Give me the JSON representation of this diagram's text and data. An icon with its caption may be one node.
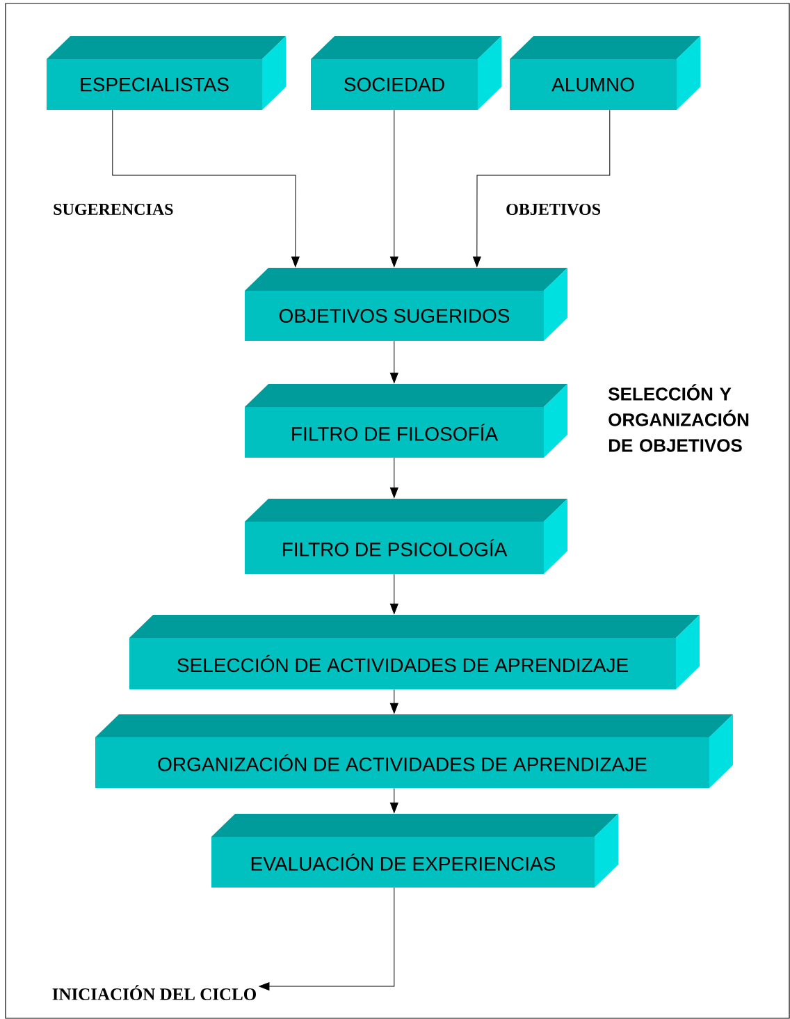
{
  "diagram": {
    "nodes": [
      {
        "text": [
          "ESPECIALISTAS"
        ]
      },
      {
        "text": [
          "SOCIEDAD"
        ]
      },
      {
        "text": [
          "ALUMNO"
        ]
      },
      {
        "text": [
          "OBJETIVOS SUGERIDOS"
        ]
      },
      {
        "text": [
          "FILTRO DE FILOSOFÍA"
        ]
      },
      {
        "text": [
          "FILTRO DE PSICOLOGÍA"
        ]
      },
      {
        "text": [
          "SELECCIÓN DE ACTIVIDADES DE APRENDIZAJE"
        ]
      },
      {
        "text": [
          "ORGANIZACIÓN DE ACTIVIDADES DE APRENDIZAJE"
        ]
      },
      {
        "text": [
          "EVALUACIÓN DE EXPERIENCIAS"
        ]
      },
      {
        "text": [
          "INICIACIÓN DEL CICLO"
        ]
      }
    ],
    "edges": [
      {
        "from": 0,
        "to": 3,
        "arrow": "to"
      },
      {
        "from": 1,
        "to": 3,
        "arrow": "to"
      },
      {
        "from": 2,
        "to": 3,
        "arrow": "to"
      },
      {
        "from": 3,
        "to": 4,
        "arrow": "to"
      },
      {
        "from": 4,
        "to": 5,
        "arrow": "to"
      },
      {
        "from": 5,
        "to": 6,
        "arrow": "to"
      },
      {
        "from": 6,
        "to": 7,
        "arrow": "to"
      },
      {
        "from": 7,
        "to": 8,
        "arrow": "to"
      },
      {
        "from": 8,
        "to": 9,
        "arrow": "to"
      }
    ],
    "labels": [
      "SUGERENCIAS",
      "OBJETIVOS",
      "SELECCIÓN Y ORGANIZACIÓN DE OBJETIVOS"
    ]
  }
}
